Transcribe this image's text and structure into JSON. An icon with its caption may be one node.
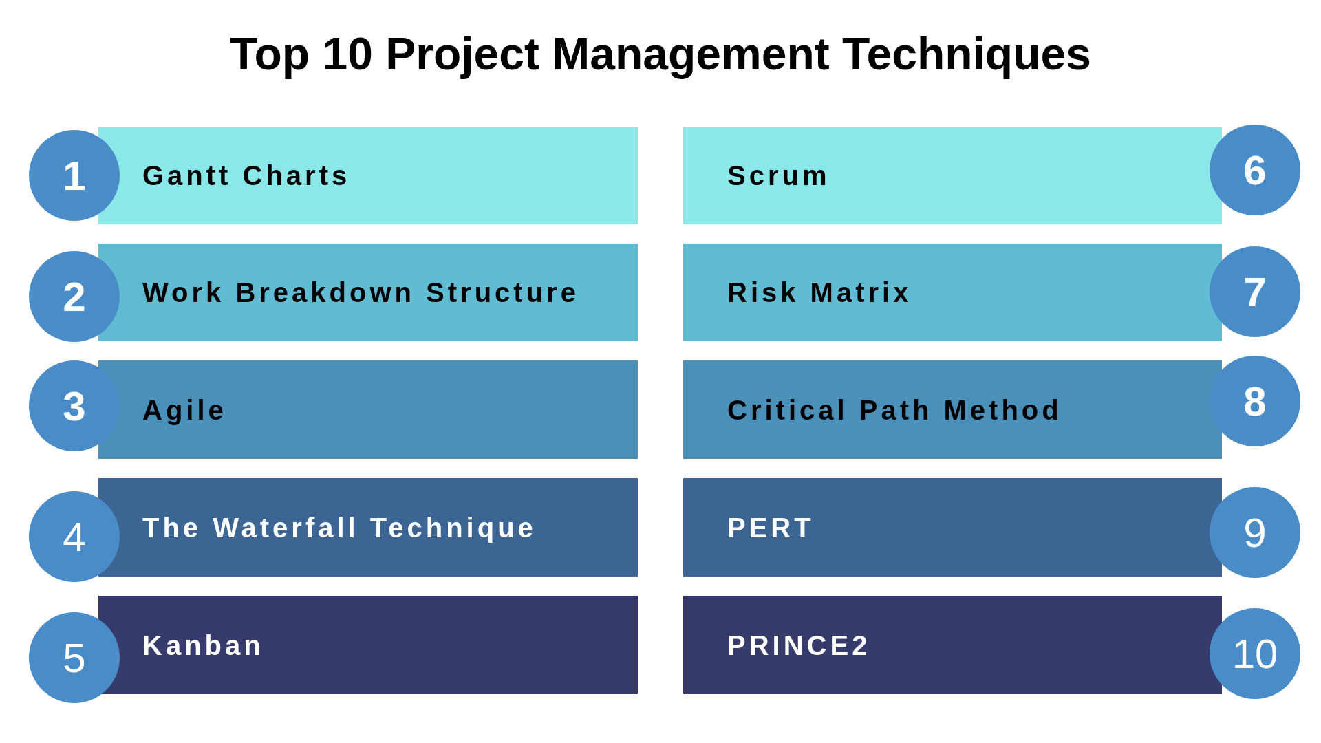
{
  "diagram": {
    "title": "Top 10 Project Management Techniques",
    "nodes": [
      {
        "text": [
          "1"
        ]
      },
      {
        "text": [
          "Gantt Charts"
        ]
      },
      {
        "text": [
          "2"
        ]
      },
      {
        "text": [
          "Work Breakdown Structure"
        ]
      },
      {
        "text": [
          "3"
        ]
      },
      {
        "text": [
          "Agile"
        ]
      },
      {
        "text": [
          "4"
        ]
      },
      {
        "text": [
          "The Waterfall Technique"
        ]
      },
      {
        "text": [
          "5"
        ]
      },
      {
        "text": [
          "Kanban"
        ]
      },
      {
        "text": [
          "Scrum"
        ]
      },
      {
        "text": [
          "6"
        ]
      },
      {
        "text": [
          "Risk Matrix"
        ]
      },
      {
        "text": [
          "7"
        ]
      },
      {
        "text": [
          "Critical Path Method"
        ]
      },
      {
        "text": [
          "8"
        ]
      },
      {
        "text": [
          "PERT"
        ]
      },
      {
        "text": [
          "9"
        ]
      },
      {
        "text": [
          "PRINCE2"
        ]
      },
      {
        "text": [
          "10"
        ]
      }
    ]
  }
}
